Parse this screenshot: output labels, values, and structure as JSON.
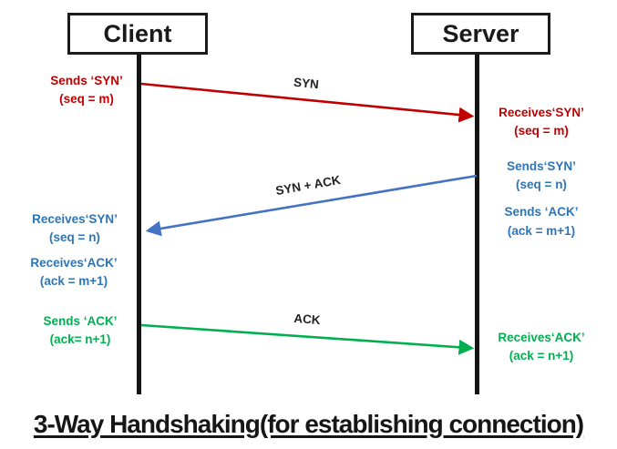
{
  "diagram": {
    "client_label": "Client",
    "server_label": "Server",
    "title": "3-Way Handshaking(for establishing connection)",
    "colors": {
      "syn_red": "#C00000",
      "synack_arrow_blue": "#4472C4",
      "note_blue": "#2E75B6",
      "ack_green": "#00B050",
      "line_black": "#141414"
    },
    "messages": [
      {
        "label": "SYN",
        "from": "client",
        "to": "server",
        "color": "#C00000"
      },
      {
        "label": "SYN + ACK",
        "from": "server",
        "to": "client",
        "color": "#4472C4"
      },
      {
        "label": "ACK",
        "from": "client",
        "to": "server",
        "color": "#00B050"
      }
    ],
    "client_notes": [
      {
        "line1": "Sends ‘SYN’",
        "line2": "(seq = m)",
        "color": "#C00000"
      },
      {
        "line1": "Receives‘SYN’",
        "line2": "(seq = n)",
        "color": "#2E75B6"
      },
      {
        "line1": "Receives‘ACK’",
        "line2": "(ack = m+1)",
        "color": "#2E75B6"
      },
      {
        "line1": "Sends ‘ACK’",
        "line2": "(ack= n+1)",
        "color": "#00B050"
      }
    ],
    "server_notes": [
      {
        "line1": "Receives‘SYN’",
        "line2": "(seq = m)",
        "color": "#C00000"
      },
      {
        "line1": "Sends‘SYN’",
        "line2": "(seq = n)",
        "color": "#2E75B6"
      },
      {
        "line1": "Sends ‘ACK’",
        "line2": "(ack = m+1)",
        "color": "#2E75B6"
      },
      {
        "line1": "Receives‘ACK’",
        "line2": "(ack = n+1)",
        "color": "#00B050"
      }
    ]
  }
}
